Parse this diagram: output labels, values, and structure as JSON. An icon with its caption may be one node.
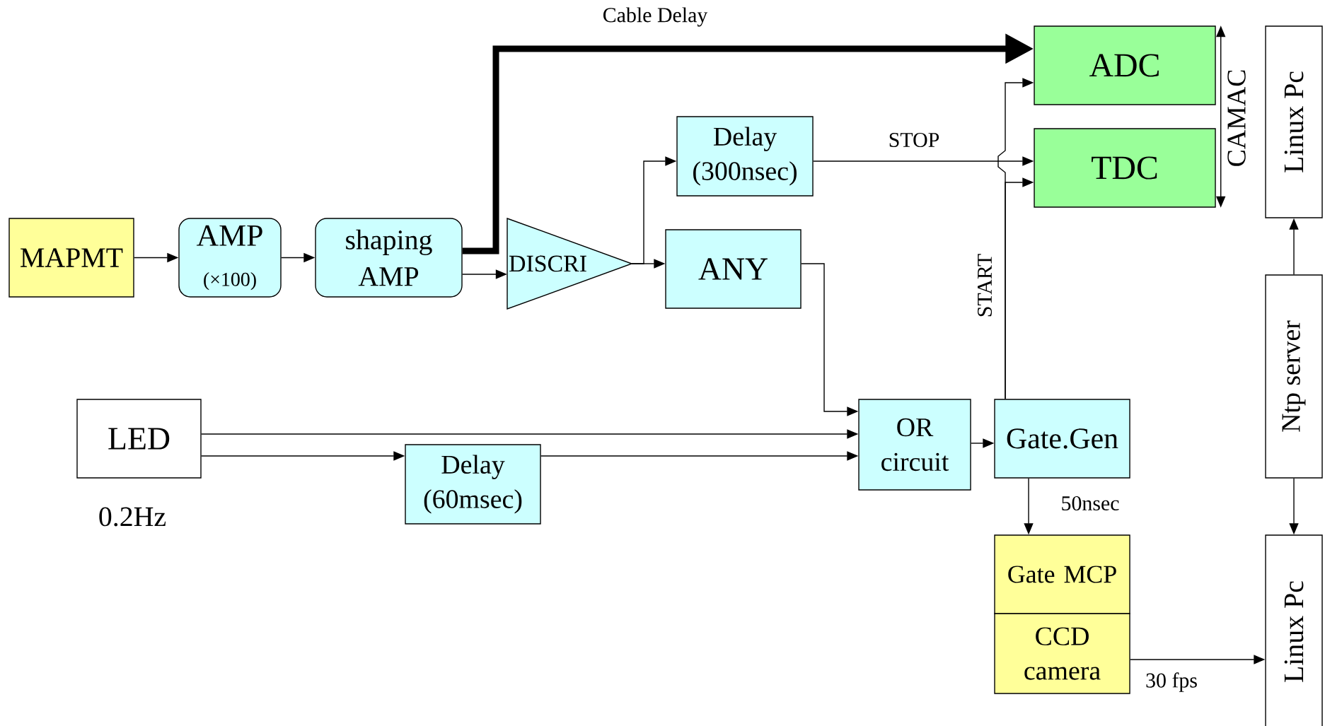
{
  "diagram": {
    "nodes": [
      {
        "text": [
          "MAPMT"
        ]
      },
      {
        "text": [
          "AMP",
          "(×100)"
        ]
      },
      {
        "text": [
          "shaping AMP"
        ]
      },
      {
        "text": [
          "DISCRI"
        ]
      },
      {
        "text": [
          "Delay (300nsec)"
        ]
      },
      {
        "text": [
          "ANY"
        ]
      },
      {
        "text": [
          "ADC"
        ]
      },
      {
        "text": [
          "TDC"
        ]
      },
      {
        "text": [
          "Linux Pc"
        ]
      },
      {
        "text": [
          "Ntp server"
        ]
      },
      {
        "text": [
          "LED"
        ],
        "beside": [
          "0.2Hz"
        ]
      },
      {
        "text": [
          "Delay (60msec)"
        ]
      },
      {
        "text": [
          "OR circuit"
        ]
      },
      {
        "text": [
          "Gate.Gen"
        ]
      },
      {
        "text": [
          "Gate MCP"
        ]
      },
      {
        "text": [
          "CCD camera"
        ]
      },
      {
        "text": [
          "Linux Pc"
        ]
      }
    ],
    "edges": [
      {
        "from": 0,
        "to": 1,
        "arrow": "to"
      },
      {
        "from": 1,
        "to": 2,
        "arrow": "to"
      },
      {
        "from": 2,
        "to": 3,
        "arrow": "to"
      },
      {
        "from": 2,
        "to": 6,
        "arrow": "to",
        "label": "Cable Delay",
        "style": "thick"
      },
      {
        "from": 3,
        "to": 4,
        "arrow": "to"
      },
      {
        "from": 3,
        "to": 5,
        "arrow": "to"
      },
      {
        "from": 4,
        "to": 7,
        "arrow": "to",
        "label": "STOP"
      },
      {
        "from": 13,
        "to": 6,
        "arrow": "to",
        "label": "START"
      },
      {
        "from": 13,
        "to": 7,
        "arrow": "to"
      },
      {
        "from": 5,
        "to": 12,
        "arrow": "to"
      },
      {
        "from": 10,
        "to": 12,
        "arrow": "to"
      },
      {
        "from": 10,
        "to": 11,
        "arrow": "to"
      },
      {
        "from": 11,
        "to": 12,
        "arrow": "to"
      },
      {
        "from": 12,
        "to": 13,
        "arrow": "to"
      },
      {
        "from": 13,
        "to": 14,
        "arrow": "to",
        "label": "50nsec"
      },
      {
        "from": 15,
        "to": 16,
        "arrow": "to",
        "label": "30 fps"
      },
      {
        "from": 9,
        "to": 8,
        "arrow": "to"
      },
      {
        "from": 9,
        "to": 16,
        "arrow": "to"
      },
      {
        "from": 6,
        "to": 7,
        "arrow": "both",
        "label": "CAMAC"
      }
    ]
  }
}
